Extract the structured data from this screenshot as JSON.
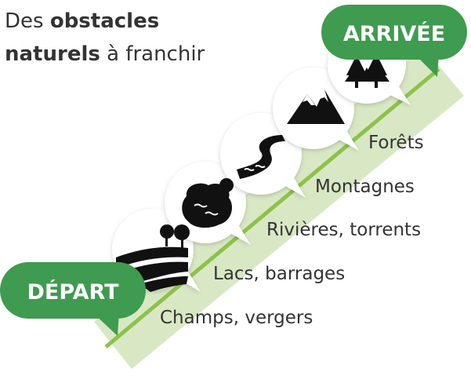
{
  "heading": {
    "line1_prefix": "Des ",
    "line1_bold": "obstacles",
    "line2_bold": "naturels",
    "line2_suffix": " à franchir"
  },
  "start_label": "DÉPART",
  "end_label": "ARRIVÉE",
  "steps": [
    {
      "label": "Champs, vergers",
      "icon": "field-orchard-icon"
    },
    {
      "label": "Lacs, barrages",
      "icon": "lake-icon"
    },
    {
      "label": "Rivières, torrents",
      "icon": "river-icon"
    },
    {
      "label": "Montagnes",
      "icon": "mountain-icon"
    },
    {
      "label": "Forêts",
      "icon": "forest-icon"
    }
  ],
  "colors": {
    "bubble": "#3f9b4f",
    "band": "#d9e8c4",
    "line": "#8bc34a",
    "icon": "#111111"
  }
}
